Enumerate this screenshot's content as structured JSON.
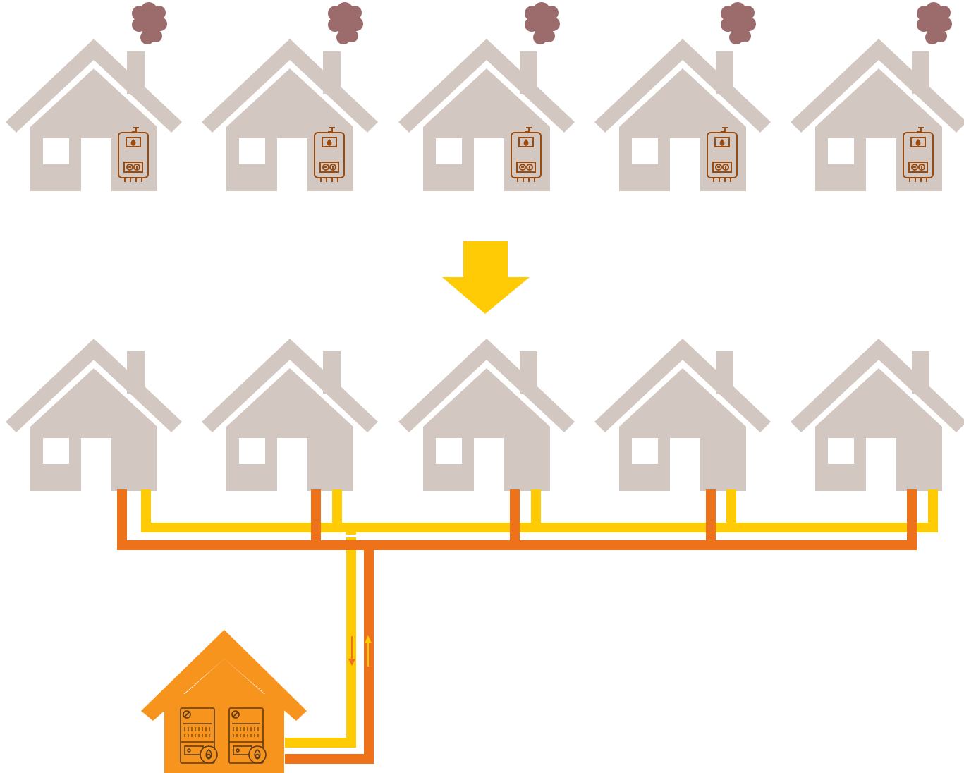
{
  "diagram": {
    "before_houses": [
      {
        "id": "house-1",
        "heating": "gas-boiler-icon",
        "emission": "smoke-icon"
      },
      {
        "id": "house-2",
        "heating": "gas-boiler-icon",
        "emission": "smoke-icon"
      },
      {
        "id": "house-3",
        "heating": "gas-boiler-icon",
        "emission": "smoke-icon"
      },
      {
        "id": "house-4",
        "heating": "gas-boiler-icon",
        "emission": "smoke-icon"
      },
      {
        "id": "house-5",
        "heating": "gas-boiler-icon",
        "emission": "smoke-icon"
      }
    ],
    "transition_icon": "arrow-down-icon",
    "after_houses": [
      {
        "id": "house-1"
      },
      {
        "id": "house-2"
      },
      {
        "id": "house-3"
      },
      {
        "id": "house-4"
      },
      {
        "id": "house-5"
      }
    ],
    "central_plant": {
      "units": [
        "central-boiler-icon",
        "central-boiler-icon"
      ]
    },
    "network": {
      "supply_pipe": "supply-pipe",
      "return_pipe": "return-pipe"
    },
    "colors": {
      "house": "#D3C7C1",
      "smoke": "#9C6B6B",
      "boiler_outline": "#9A4B10",
      "arrow": "#FFCB05",
      "supply_pipe": "#EE7219",
      "return_pipe": "#FFCB05",
      "plant": "#F7941E"
    }
  }
}
